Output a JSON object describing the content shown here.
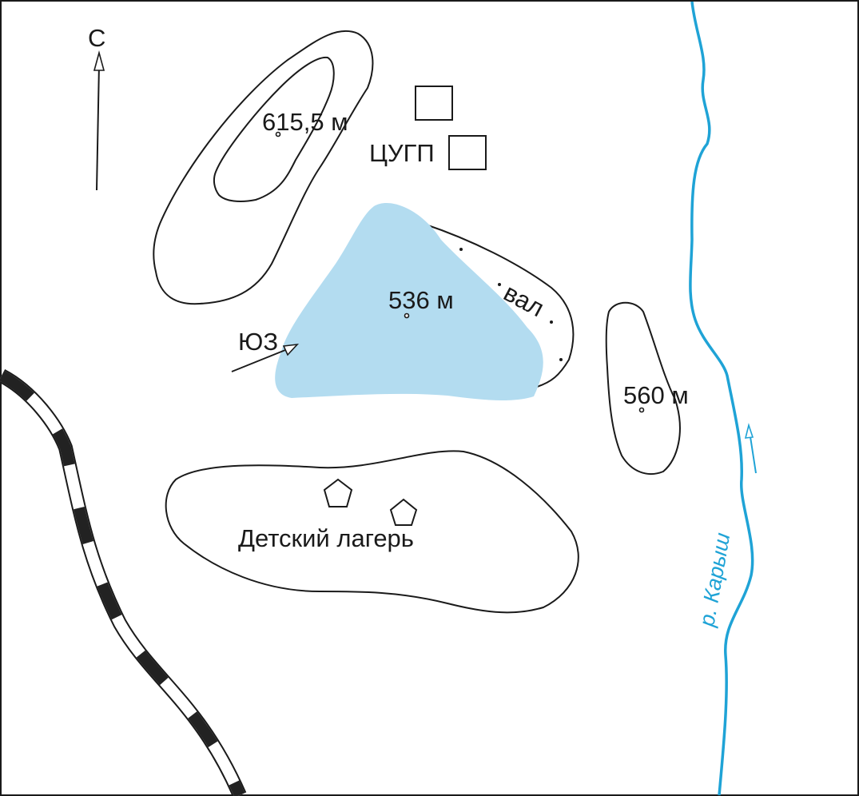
{
  "north_label": "С",
  "peak_label": "615,5 м",
  "center_label": "ЦУГП",
  "lake_label": "536 м",
  "rampart_label": "вал",
  "southwest_label": "ЮЗ",
  "hill_label": "560 м",
  "camp_label": "Детский лагерь",
  "river_label": "р. Карыш",
  "colors": {
    "lake": "#b3dcf0",
    "river": "#1fa3d6",
    "lines": "#1a1a1a",
    "railway_dark": "#222222"
  },
  "icons": [
    "north-arrow-icon",
    "flow-arrow-icon",
    "building-icon",
    "pentagon-icon",
    "railway-icon"
  ]
}
